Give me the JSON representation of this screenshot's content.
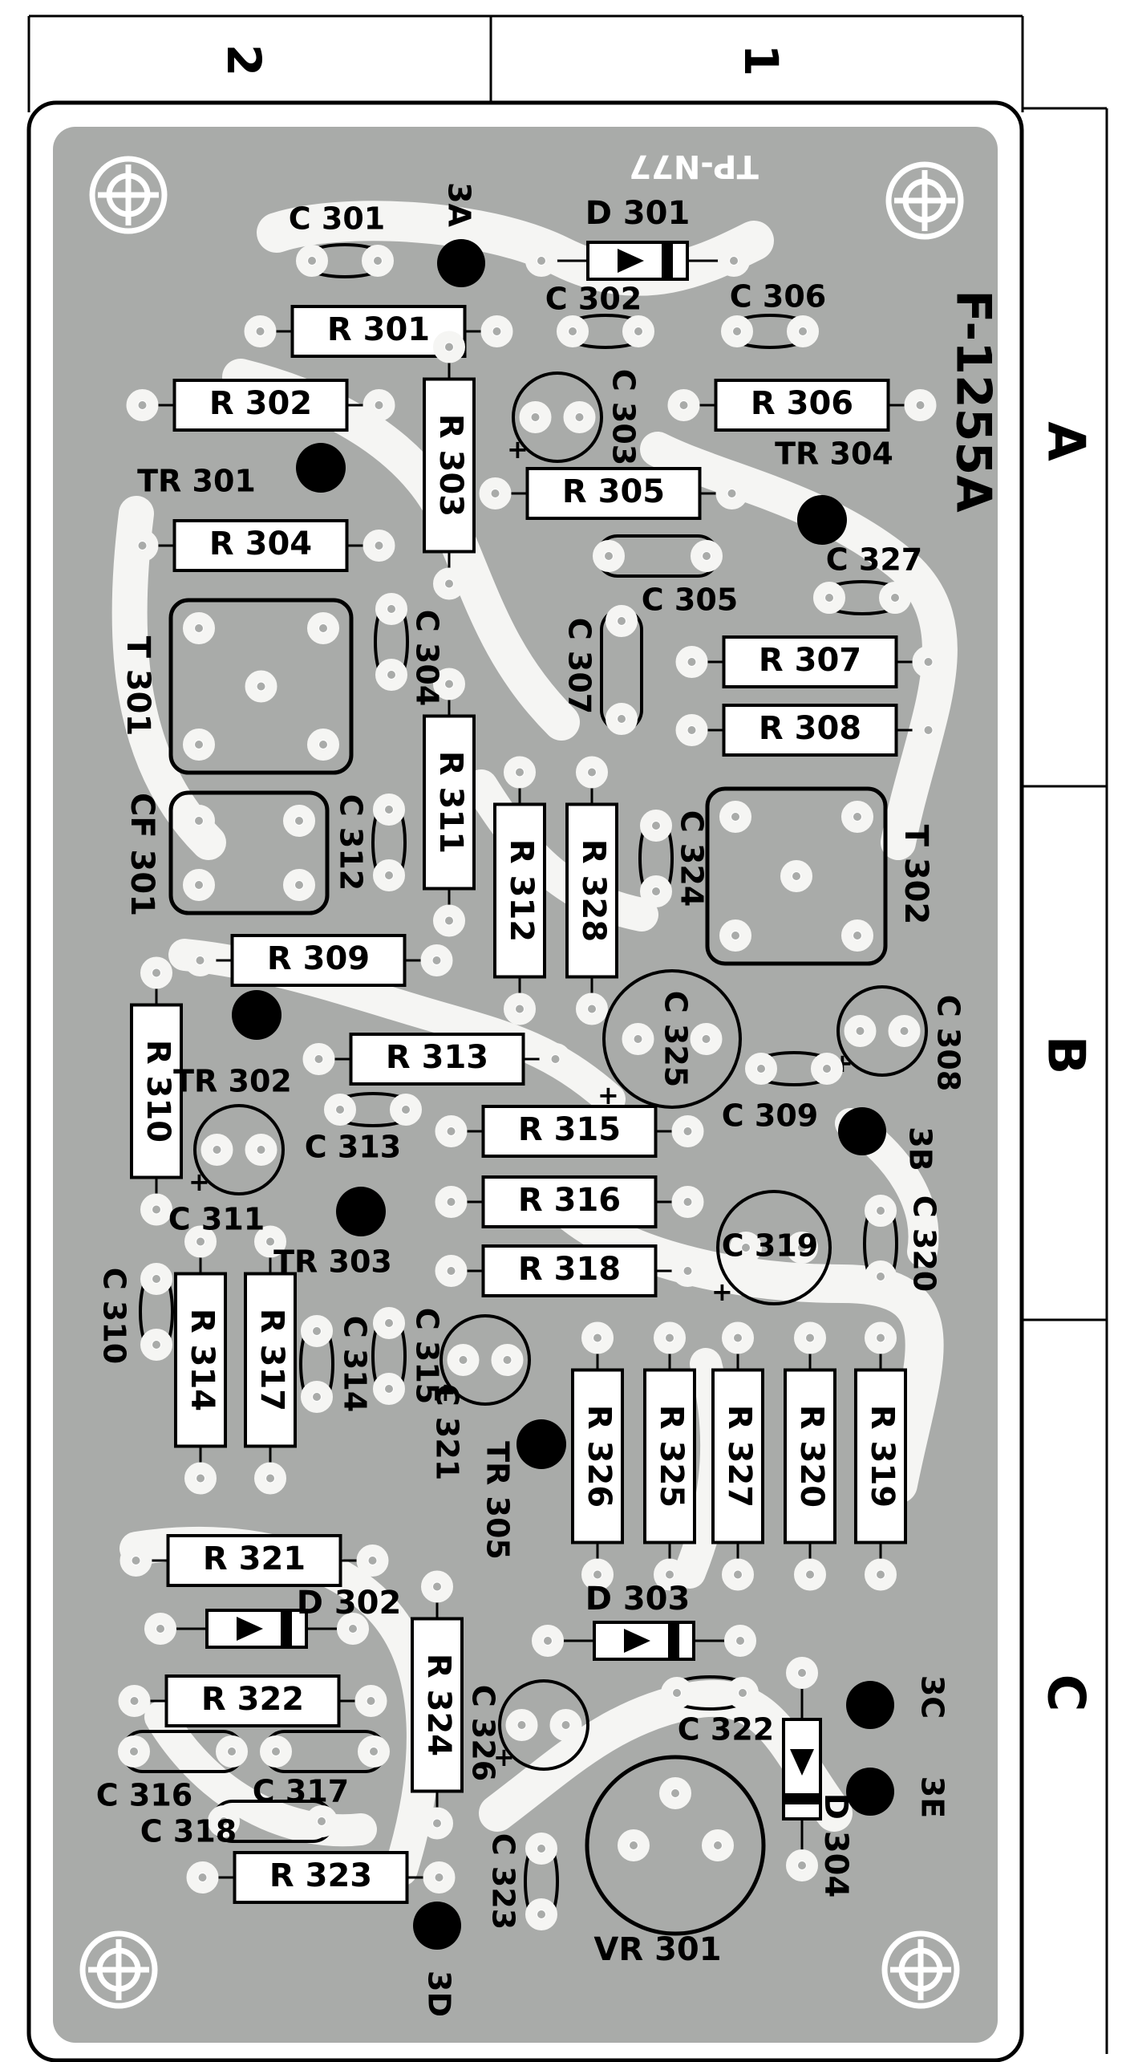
{
  "board": {
    "title": "F-1255A",
    "mirror_text": "TP-N77",
    "colors": {
      "board": "#a9aba9",
      "trace": "#f5f5f3",
      "ink": "#000000",
      "frame": "#ffffff"
    }
  },
  "grid": {
    "columns": [
      "2",
      "1"
    ],
    "rows": [
      "A",
      "B",
      "C"
    ]
  },
  "resistors": [
    "R301",
    "R302",
    "R303",
    "R304",
    "R305",
    "R306",
    "R307",
    "R308",
    "R309",
    "R310",
    "R311",
    "R312",
    "R313",
    "R314",
    "R315",
    "R316",
    "R317",
    "R318",
    "R319",
    "R320",
    "R321",
    "R322",
    "R323",
    "R324",
    "R325",
    "R326",
    "R327",
    "R328"
  ],
  "capacitors": [
    "C301",
    "C302",
    "C303",
    "C304",
    "C305",
    "C306",
    "C307",
    "C308",
    "C309",
    "C310",
    "C311",
    "C312",
    "C313",
    "C314",
    "C315",
    "C316",
    "C317",
    "C318",
    "C319",
    "C320",
    "C321",
    "C322",
    "C323",
    "C324",
    "C325",
    "C326",
    "C327"
  ],
  "transistors": [
    "TR301",
    "TR302",
    "TR303",
    "TR304",
    "TR305"
  ],
  "diodes": [
    "D301",
    "D302",
    "D303",
    "D304"
  ],
  "transformers": [
    "T301",
    "T302"
  ],
  "filters": [
    "CF301"
  ],
  "trimmers": [
    "VR301"
  ],
  "test_points": [
    "3A",
    "3B",
    "3C",
    "3D",
    "3E"
  ],
  "polarity_mark": "+"
}
